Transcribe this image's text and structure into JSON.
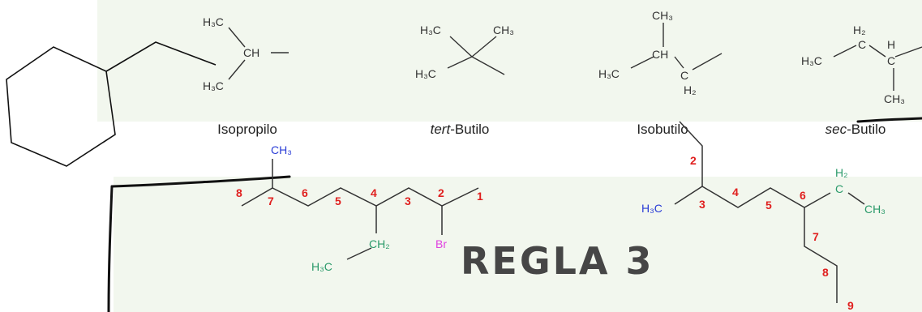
{
  "labels": {
    "isopropilo": "Isopropilo",
    "tert_prefix": "tert",
    "tert_suffix": "-Butilo",
    "isobutilo": "Isobutilo",
    "sec_prefix": "sec",
    "sec_suffix": "-Butilo"
  },
  "formulas": {
    "H3C": "H₃C",
    "CH3": "CH₃",
    "CH": "CH",
    "C": "C",
    "H": "H",
    "H2": "H₂",
    "CH2": "CH₂",
    "Br": "Br"
  },
  "molecule1_numbers": [
    "1",
    "2",
    "3",
    "4",
    "5",
    "6",
    "7",
    "8"
  ],
  "molecule2_numbers": [
    "2",
    "3",
    "4",
    "5",
    "6",
    "7",
    "8",
    "9"
  ],
  "title": "REGLA 3",
  "colors": {
    "background_band": "#f2f7ee",
    "numbers": "#e0201f",
    "methyl_blue": "#2a3dd6",
    "ethyl_green": "#2a9a6a",
    "bromine": "#e040e0",
    "title": "#464646"
  }
}
